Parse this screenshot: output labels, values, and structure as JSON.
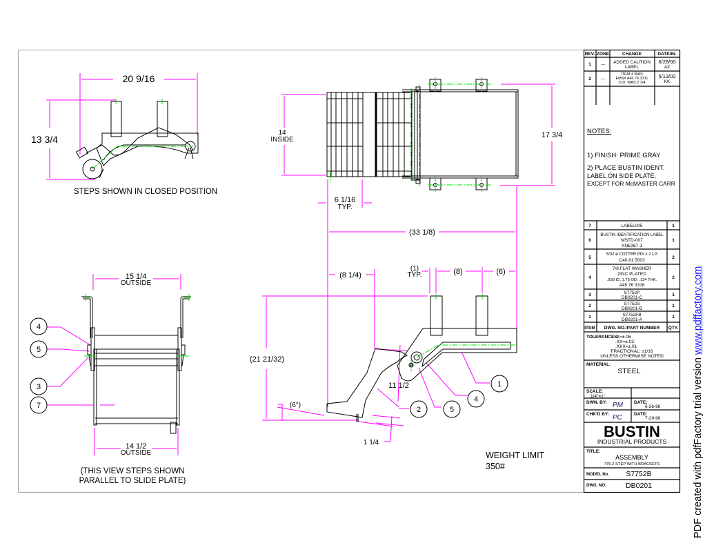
{
  "drawing": {
    "colors": {
      "frame": "#a0a0a0",
      "geometry": "#000000",
      "dimension": "#ff00ff",
      "centerline": "#00e000"
    },
    "closed_view": {
      "width_dim": "20 9/16",
      "height_dim": "13 3/4",
      "caption": "STEPS SHOWN IN CLOSED POSITION"
    },
    "top_view": {
      "inside_dim_value": "14",
      "inside_dim_label": "INSIDE",
      "overall_dim": "17 3/4",
      "step_pitch_value": "6 1/16",
      "step_pitch_label": "TYP."
    },
    "side_view": {
      "overall_length": "(33 1/8)",
      "offset_left": "(8 1/4)",
      "bracket_width_value": "(1)",
      "bracket_width_label": "TYP.",
      "bracket_spacing": "(8)",
      "end_offset": "(6)",
      "height": "(21 21/32)",
      "angle": "(6°)",
      "step_depth": "11 1/2",
      "tread": "1 1/4",
      "balloons": [
        "1",
        "4",
        "5",
        "2"
      ]
    },
    "front_view": {
      "top_width_value": "15 1/4",
      "top_width_label": "OUTSIDE",
      "bottom_width_value": "14 1/2",
      "bottom_width_label": "OUTSIDE",
      "caption_line1": "(THIS VIEW STEPS SHOWN",
      "caption_line2": "PARALLEL TO SLIDE PLATE)",
      "balloons": [
        "4",
        "5",
        "3",
        "7"
      ]
    },
    "weight_limit": {
      "label": "WEIGHT  LIMIT",
      "value": "350#"
    }
  },
  "title_block": {
    "revisions": {
      "headers": [
        "REV.",
        "ZONE",
        "CHANGE",
        "DATE/IN."
      ],
      "rows": [
        {
          "rev": "1",
          "zone": "---",
          "change": [
            "ADDED CAUTION",
            "LABEL"
          ],
          "date": [
            "6/28/00",
            "AZ"
          ]
        },
        {
          "rev": "2",
          "zone": "---",
          "change": [
            "ITEM 4 WAS",
            "EMS# A45 76 3311",
            "O.D. WAS 2 1/4"
          ],
          "date": [
            "5/13/02",
            "KK"
          ]
        }
      ]
    },
    "notes": {
      "heading": "NOTES:",
      "items": [
        "1)  FINISH:  PRIME  GRAY",
        "2)  PLACE  BUSTIN  IDENT.",
        "LABEL  ON  SIDE  PLATE,",
        "EXCEPT  FOR  McMASTER  CARR"
      ]
    },
    "bom": {
      "headers": [
        "ITEM",
        "DWG. NO./PART NUMBER",
        "QTY."
      ],
      "rows": [
        {
          "item": "7",
          "part": [
            "LABEL005"
          ],
          "qty": "1"
        },
        {
          "item": "6",
          "part": [
            "BUSTIN IDENTIFICATION LABEL",
            "MSTD-007",
            "XNE367-1"
          ],
          "qty": "1"
        },
        {
          "item": "5",
          "part": [
            "5/32 ø COTTER PIN x 2 LG",
            "C40 81 5003"
          ],
          "qty": "2"
        },
        {
          "item": "4",
          "part": [
            "7/8 FLAT WASHER",
            "ZINC PLATED",
            ".938 ID, 1.75 OD, .134 THK.",
            "A45 76 3316"
          ],
          "qty": "2"
        },
        {
          "item": "3",
          "part": [
            "S7752P",
            "DB0201-C"
          ],
          "qty": "1"
        },
        {
          "item": "2",
          "part": [
            "S7752S",
            "DB0201-B"
          ],
          "qty": "1"
        },
        {
          "item": "1",
          "part": [
            "S7752FB",
            "DB0201-A"
          ],
          "qty": "1"
        }
      ]
    },
    "tolerances": {
      "label": "TOLERANCES:",
      "lines": [
        ".X=±.06",
        ".XX=±.03",
        ".XXX=±.01"
      ],
      "fractional": "FRACTIONAL: ±1/16",
      "unless": "UNLESS OTHERWISE NOTED"
    },
    "material": {
      "label": "MATERIAL:",
      "value": "STEEL"
    },
    "scale": {
      "label": "SCALE:",
      "value": "1/4\"=1\""
    },
    "drawn": {
      "label": "DWN. BY:",
      "initials": "PM",
      "date_label": "DATE:",
      "date": "6-26-98"
    },
    "checked": {
      "label": "CHK'D BY:",
      "initials": "PC",
      "date_label": "DATE:",
      "date": "7-29-98"
    },
    "company": {
      "name": "BUSTIN",
      "subtitle": "INDUSTRIAL PRODUCTS"
    },
    "title": {
      "label": "TITLE:",
      "line1": "ASSEMBLY",
      "line2": "775-2 STEP WITH BRACKETS"
    },
    "model": {
      "label": "MODEL No.",
      "value": "S7752B"
    },
    "dwg_no": {
      "label": "DWG. NO:",
      "value": "DB0201"
    }
  },
  "watermark": {
    "text": "PDF created with pdfFactory trial version ",
    "link": "www.pdffactory.com"
  }
}
